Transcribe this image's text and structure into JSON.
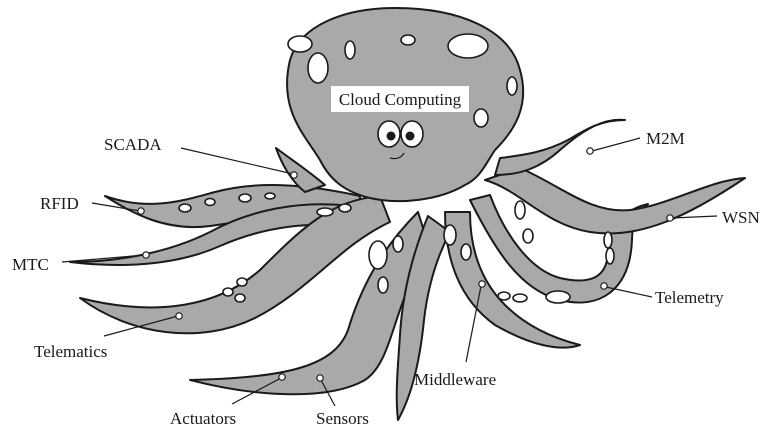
{
  "title": "Cloud Computing",
  "labels": {
    "scada": "SCADA",
    "rfid": "RFID",
    "mtc": "MTC",
    "telematics": "Telematics",
    "actuators": "Actuators",
    "sensors": "Sensors",
    "middleware": "Middleware",
    "telemetry": "Telemetry",
    "wsn": "WSN",
    "m2m": "M2M"
  },
  "colors": {
    "octopus_fill": "#a9a9a9",
    "outline": "#1a1a1a",
    "background": "#ffffff"
  }
}
